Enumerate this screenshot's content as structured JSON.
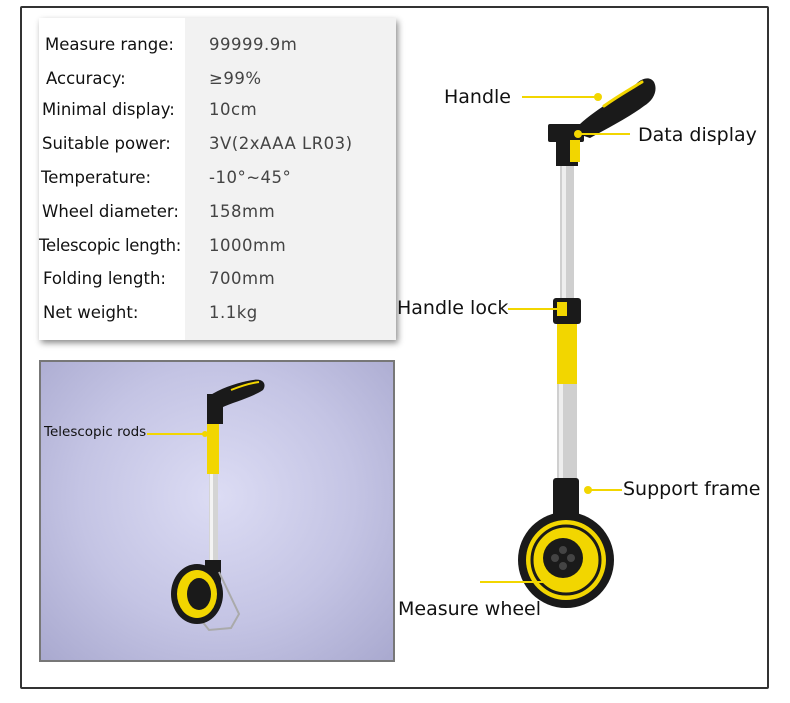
{
  "specs": [
    {
      "label": "Measure range:",
      "value": "99999.9m"
    },
    {
      "label": "Accuracy:",
      "value": "≥99%"
    },
    {
      "label": "Minimal display:",
      "value": "10cm"
    },
    {
      "label": "Suitable power:",
      "value": "3V(2xAAA  LR03)"
    },
    {
      "label": "Temperature:",
      "value": "-10°~45°"
    },
    {
      "label": "Wheel diameter:",
      "value": "158mm"
    },
    {
      "label": "Telescopic length:",
      "value": "1000mm"
    },
    {
      "label": "Folding length:",
      "value": "700mm"
    },
    {
      "label": "Net weight:",
      "value": "1.1kg"
    }
  ],
  "callouts": {
    "handle": "Handle",
    "data_display": "Data display",
    "handle_lock": "Handle lock",
    "support_frame": "Support frame",
    "measure_wheel": "Measure wheel"
  },
  "inset": {
    "telescopic_rods": "Telescopic rods"
  },
  "colors": {
    "accent_yellow": "#f2d600",
    "body_black": "#1a1a1a",
    "rod_silver": "#c8c8c8",
    "inset_bg": "#c8c8e8"
  }
}
